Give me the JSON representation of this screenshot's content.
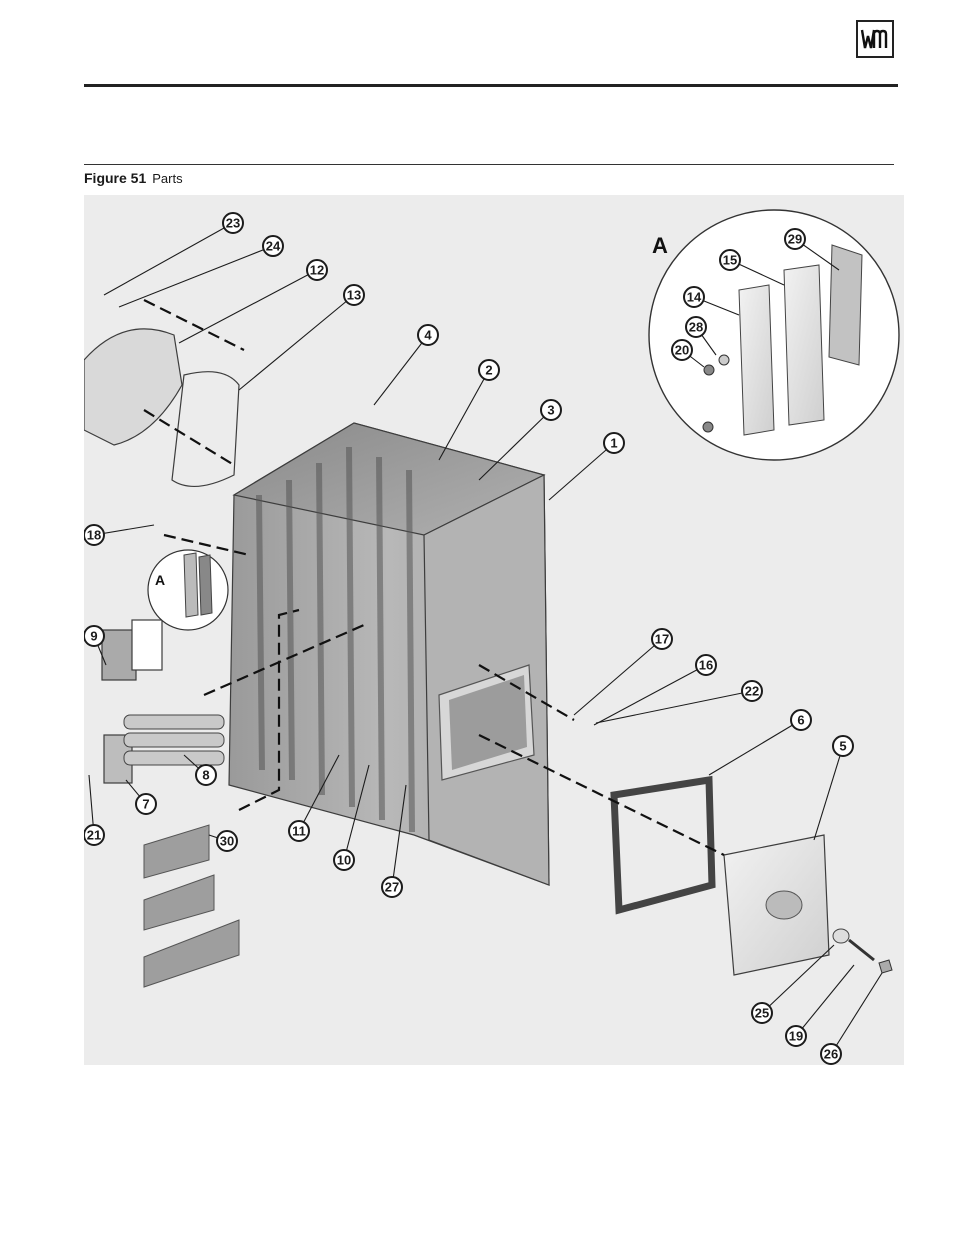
{
  "header": {
    "logo_text": "WM"
  },
  "figure": {
    "number": "Figure 51",
    "title": "Parts",
    "detail_label": "A",
    "callouts": [
      "1",
      "2",
      "3",
      "4",
      "5",
      "6",
      "7",
      "8",
      "9",
      "10",
      "11",
      "12",
      "13",
      "14",
      "15",
      "16",
      "17",
      "18",
      "19",
      "20",
      "21",
      "22",
      "23",
      "24",
      "25",
      "26",
      "27",
      "28",
      "29",
      "30"
    ]
  }
}
